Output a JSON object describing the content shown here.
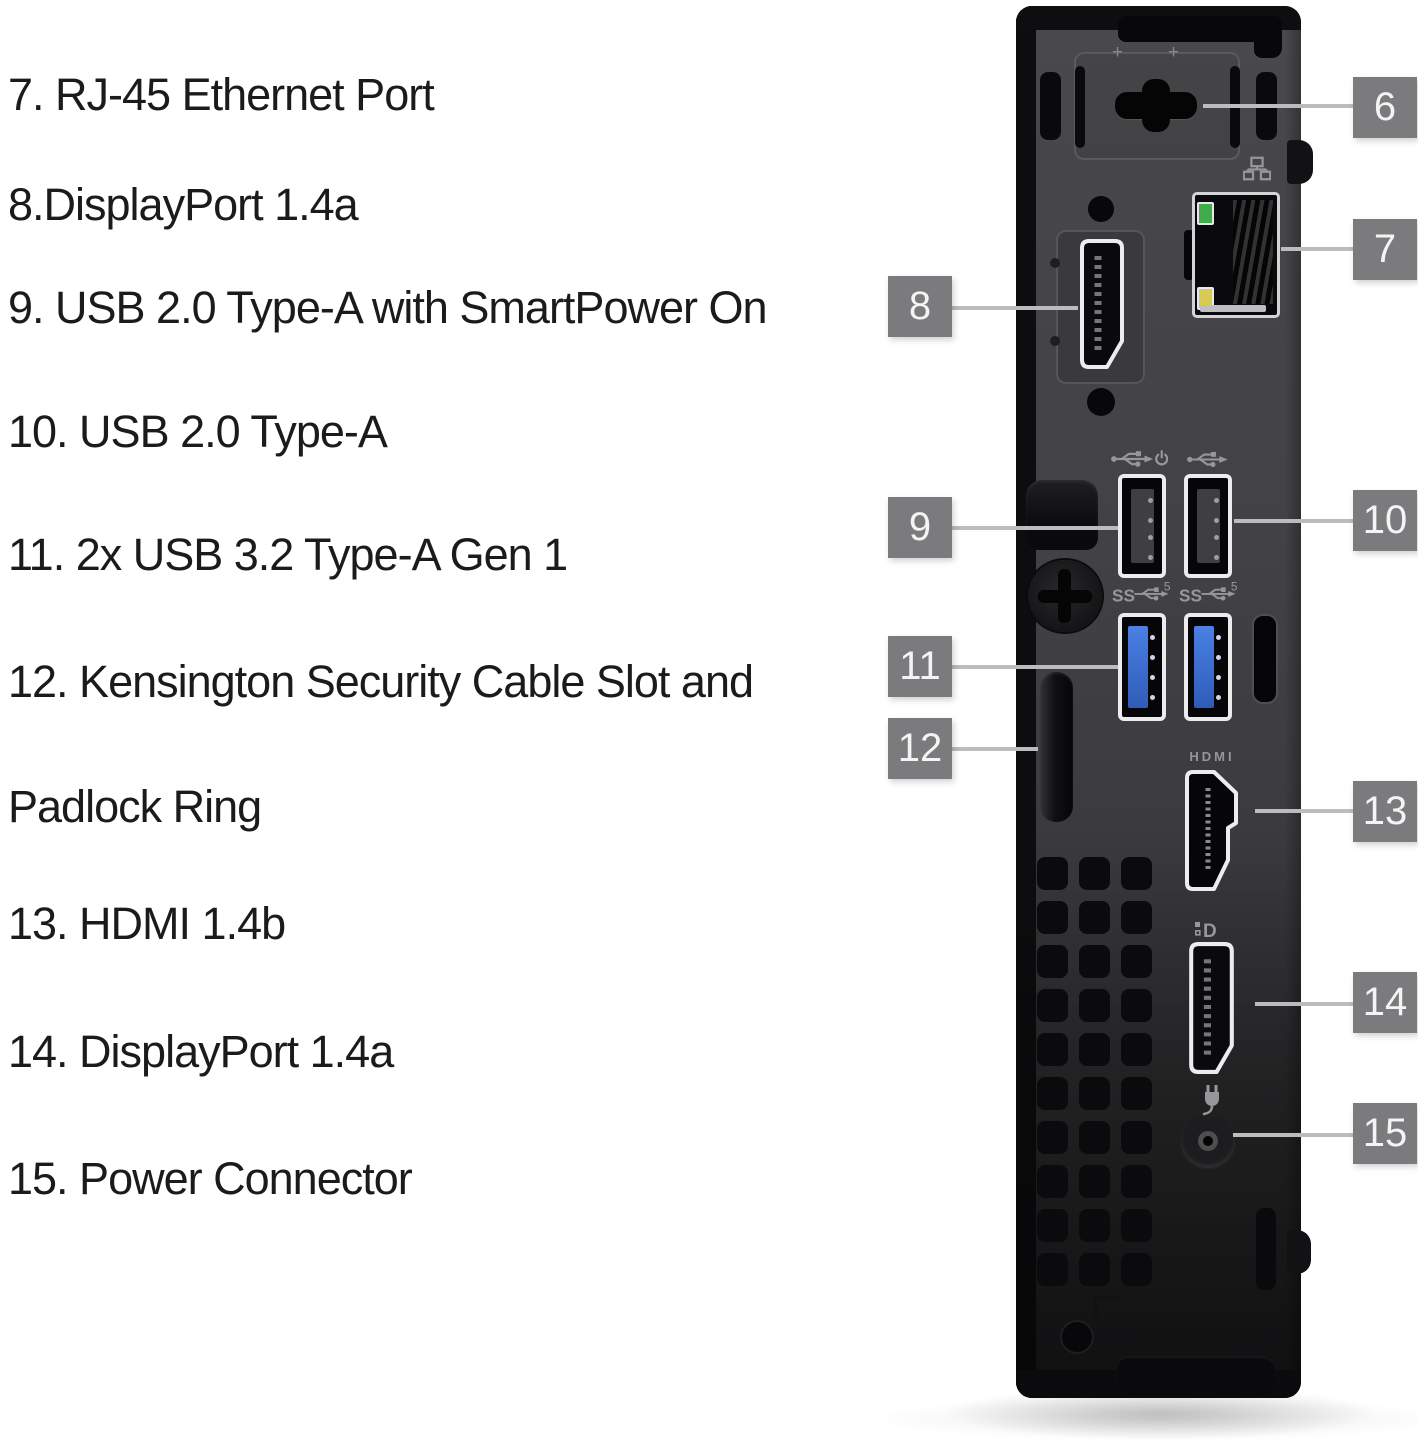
{
  "legend": {
    "items": [
      {
        "text": "7. RJ-45 Ethernet Port"
      },
      {
        "text": "8.DisplayPort 1.4a"
      },
      {
        "text": "9. USB 2.0 Type-A with SmartPower On"
      },
      {
        "text": "10. USB 2.0 Type-A"
      },
      {
        "text": "11. 2x USB 3.2 Type-A Gen 1"
      },
      {
        "text": "12. Kensington Security Cable Slot and"
      },
      {
        "text": "Padlock Ring"
      },
      {
        "text": "13. HDMI 1.4b"
      },
      {
        "text": "14. DisplayPort 1.4a"
      },
      {
        "text": "15. Power Connector"
      }
    ]
  },
  "callouts": {
    "numbers": [
      "6",
      "7",
      "8",
      "9",
      "10",
      "11",
      "12",
      "13",
      "14",
      "15"
    ]
  },
  "icons": {
    "hdmi_text": "HDMI",
    "ss_text": "SS",
    "ss_speed": "5",
    "dp_letter": "D",
    "names": [
      "network-icon",
      "usb-trident-icon",
      "usb-trident-power-icon",
      "superspeed-usb-icon",
      "displayport-logo-icon",
      "power-plug-icon"
    ]
  },
  "colors": {
    "background": "#ffffff",
    "body_gray": "#3e3e41",
    "callout_box": "#7b7b7e",
    "callout_text": "#f4f4f4",
    "leader_line": "#bcbcbe",
    "legend_text": "#1b1b1b",
    "usb3_blue": "#3a70d6",
    "ethernet_led_green": "#3fae4a",
    "ethernet_led_yellow": "#d9cb52"
  }
}
